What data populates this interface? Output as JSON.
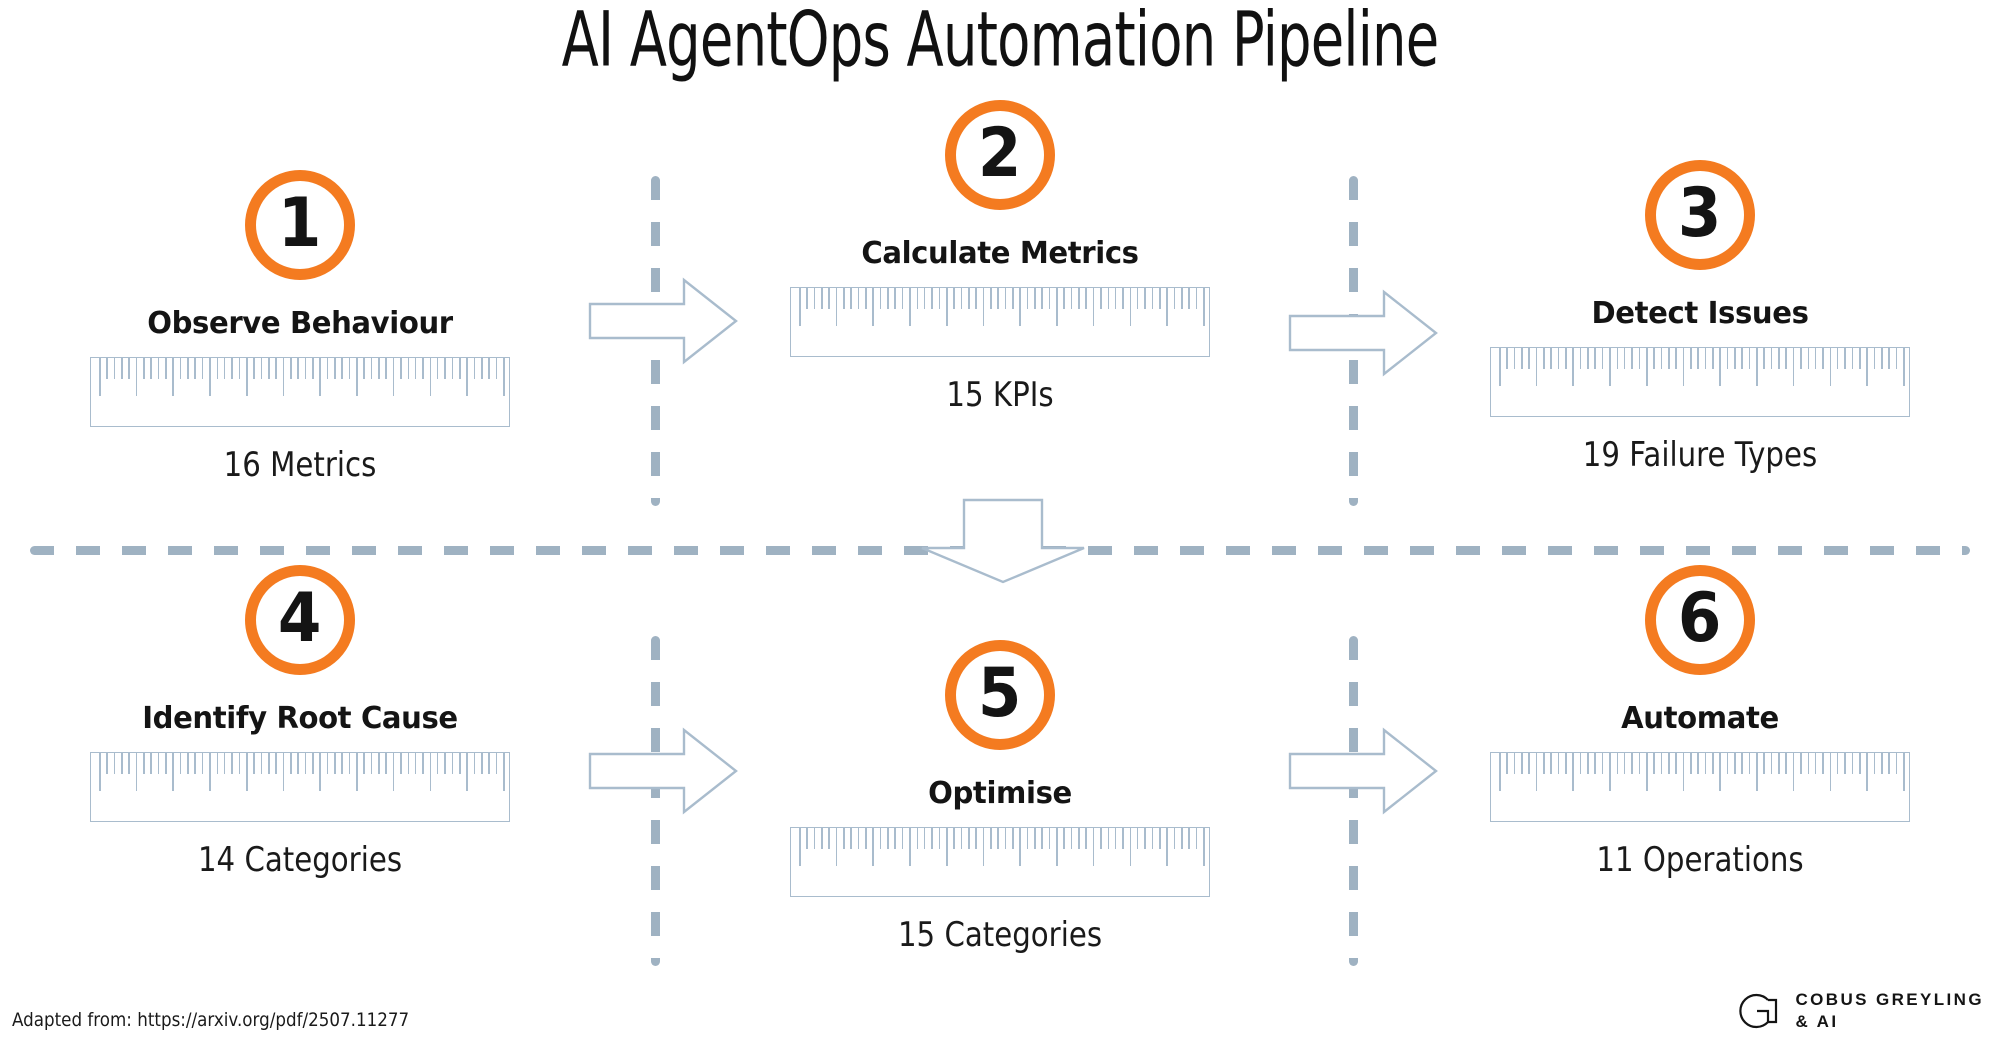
{
  "title": "AI AgentOps Automation Pipeline",
  "colors": {
    "accent_orange": "#F47B20",
    "divider_blue_gray": "#9FB2C2",
    "ruler_stroke": "#A9BCCD",
    "text_black": "#141414",
    "background": "#FFFFFF"
  },
  "steps": [
    {
      "number": "1",
      "label": "Observe Behaviour",
      "caption": "16 Metrics"
    },
    {
      "number": "2",
      "label": "Calculate Metrics",
      "caption": "15 KPIs"
    },
    {
      "number": "3",
      "label": "Detect Issues",
      "caption": "19 Failure Types"
    },
    {
      "number": "4",
      "label": "Identify Root Cause",
      "caption": "14 Categories"
    },
    {
      "number": "5",
      "label": "Optimise",
      "caption": "15 Categories"
    },
    {
      "number": "6",
      "label": "Automate",
      "caption": "11 Operations"
    }
  ],
  "arrows": [
    {
      "name": "arrow-step1-to-step2",
      "direction": "right"
    },
    {
      "name": "arrow-step2-to-step3",
      "direction": "right"
    },
    {
      "name": "arrow-step3-to-step4",
      "direction": "down"
    },
    {
      "name": "arrow-step4-to-step5",
      "direction": "right"
    },
    {
      "name": "arrow-step5-to-step6",
      "direction": "right"
    }
  ],
  "footer": {
    "attribution": "Adapted from: https://arxiv.org/pdf/2507.11277",
    "brand_line1": "COBUS GREYLING",
    "brand_line2": "& AI"
  }
}
